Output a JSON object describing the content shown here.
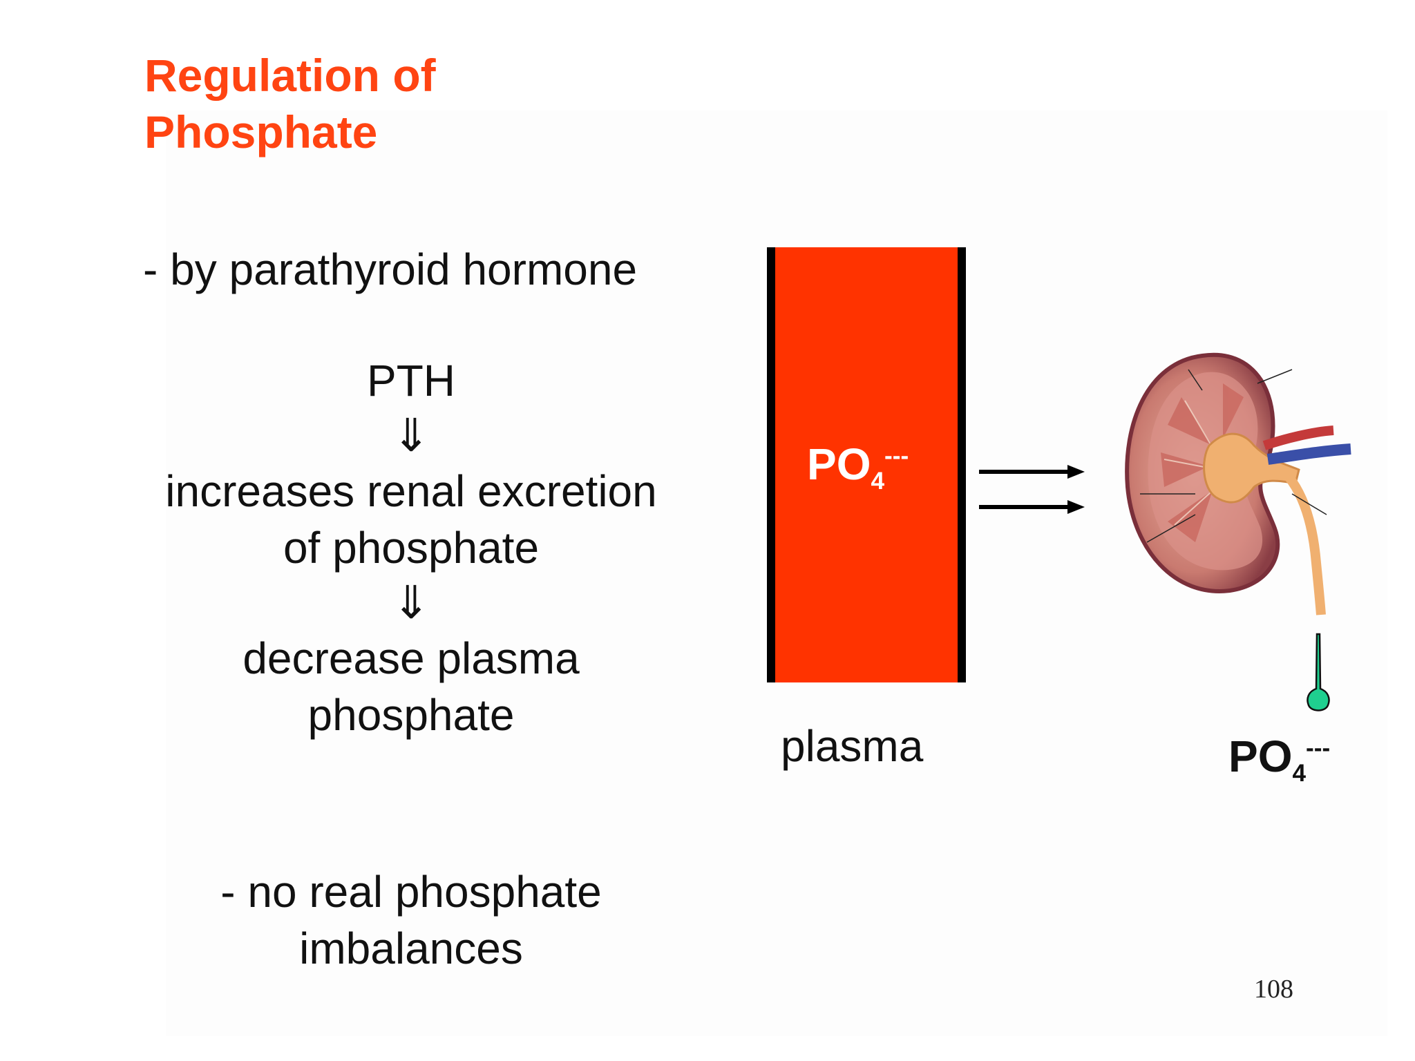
{
  "slide": {
    "title_lines": [
      "Regulation of",
      "Phosphate"
    ],
    "bullet1": "- by parathyroid hormone",
    "flow": {
      "step1": "PTH",
      "arrow1": "⇓",
      "step2_line1": "increases renal excretion",
      "step2_line2": "of phosphate",
      "arrow2": "⇓",
      "step3_line1": "decrease plasma",
      "step3_line2": "phosphate"
    },
    "bullet2_lines": [
      "-  no real phosphate",
      "imbalances"
    ],
    "diagram": {
      "plasma_ion": {
        "base": "PO",
        "subscript": "4",
        "superscript": "---"
      },
      "plasma_label": "plasma",
      "urine_ion": {
        "base": "PO",
        "subscript": "4",
        "superscript": "---"
      }
    },
    "page_number": "108"
  },
  "colors": {
    "title": "#ff4412",
    "plasma_fill": "#ff3300",
    "drop": "#1fcf8f"
  }
}
